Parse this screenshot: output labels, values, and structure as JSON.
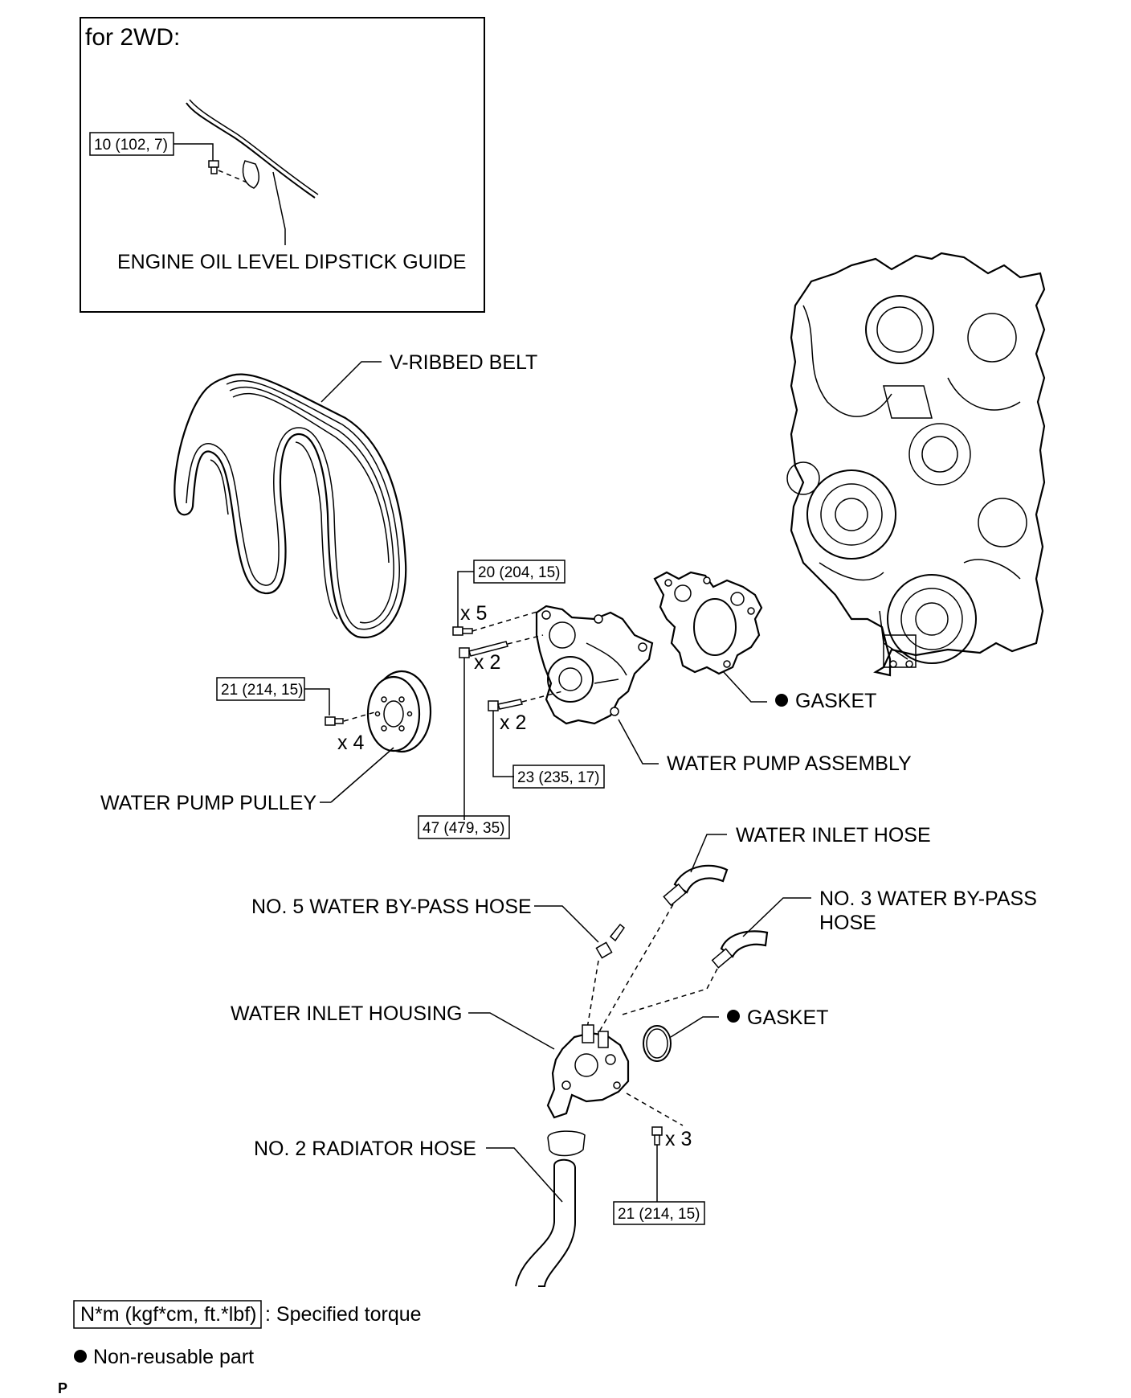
{
  "inset": {
    "title": "for 2WD:",
    "torque": "10 (102, 7)",
    "part_label": "ENGINE OIL LEVEL DIPSTICK GUIDE"
  },
  "labels": {
    "v_ribbed_belt": "V-RIBBED BELT",
    "gasket_pump": "GASKET",
    "water_pump_assembly": "WATER PUMP ASSEMBLY",
    "water_pump_pulley": "WATER PUMP PULLEY",
    "water_inlet_hose": "WATER INLET HOSE",
    "no5_bypass_hose": "NO. 5 WATER BY-PASS HOSE",
    "no3_bypass_hose_line1": "NO. 3 WATER BY-PASS",
    "no3_bypass_hose_line2": "HOSE",
    "water_inlet_housing": "WATER INLET HOUSING",
    "gasket_inlet": "GASKET",
    "no2_radiator_hose": "NO. 2 RADIATOR HOSE"
  },
  "torques": {
    "pump_upper": "20 (204, 15)",
    "pulley": "21 (214, 15)",
    "pump_side": "23 (235, 17)",
    "pump_long": "47 (479, 35)",
    "inlet_housing": "21 (214, 15)"
  },
  "counts": {
    "x5": "x 5",
    "x2_a": "x 2",
    "x2_b": "x 2",
    "x4": "x 4",
    "x3": "x 3"
  },
  "legend": {
    "torque_box": "N*m (kgf*cm, ft.*lbf)",
    "torque_text": ": Specified torque",
    "non_reusable": "Non-reusable part"
  },
  "corner_mark": "P"
}
